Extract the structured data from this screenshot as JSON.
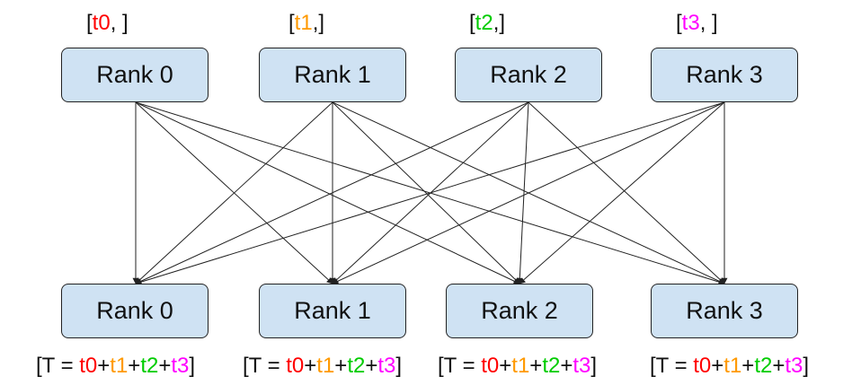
{
  "top_ranks": [
    {
      "name": "Rank 0",
      "label": {
        "open": "[",
        "token": "t0",
        "close": ", ]"
      }
    },
    {
      "name": "Rank 1",
      "label": {
        "open": "[",
        "token": "t1",
        "close": ",]"
      }
    },
    {
      "name": "Rank 2",
      "label": {
        "open": "[",
        "token": "t2",
        "close": ",]"
      }
    },
    {
      "name": "Rank 3",
      "label": {
        "open": "[",
        "token": "t3",
        "close": ", ]"
      }
    }
  ],
  "bottom_ranks": [
    {
      "name": "Rank 0"
    },
    {
      "name": "Rank 1"
    },
    {
      "name": "Rank 2"
    },
    {
      "name": "Rank 3"
    }
  ],
  "result_label": {
    "prefix": "[T = ",
    "t0": "t0",
    "plus1": "+",
    "t1": "t1",
    "plus2": "+",
    "t2": "t2",
    "plus3": "+",
    "t3": "t3",
    "suffix": "]"
  },
  "colors": {
    "t0": "#ff0000",
    "t1": "#ff9900",
    "t2": "#00cc00",
    "t3": "#ff00ff",
    "box_fill": "#cfe2f3",
    "edge": "#222222"
  }
}
